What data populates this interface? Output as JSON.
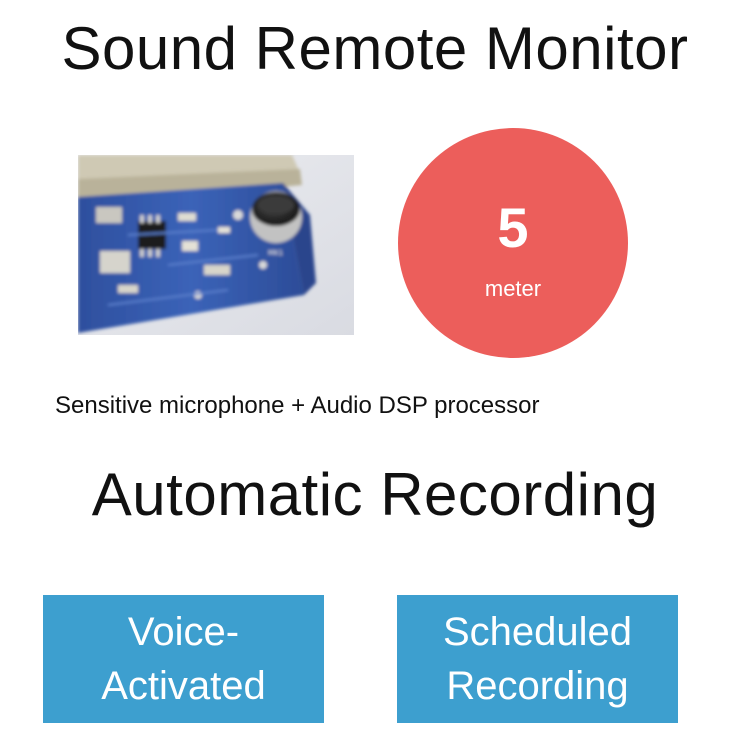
{
  "header": {
    "title": "Sound Remote Monitor"
  },
  "product": {
    "range_value": "5",
    "range_unit": "meter",
    "caption": "Sensitive microphone + Audio DSP processor"
  },
  "recording": {
    "heading": "Automatic Recording",
    "modes": [
      {
        "line1": "Voice-",
        "line2": "Activated"
      },
      {
        "line1": "Scheduled",
        "line2": "Recording"
      }
    ]
  },
  "colors": {
    "badge": "#ec5e5b",
    "button": "#3d9fcf"
  }
}
